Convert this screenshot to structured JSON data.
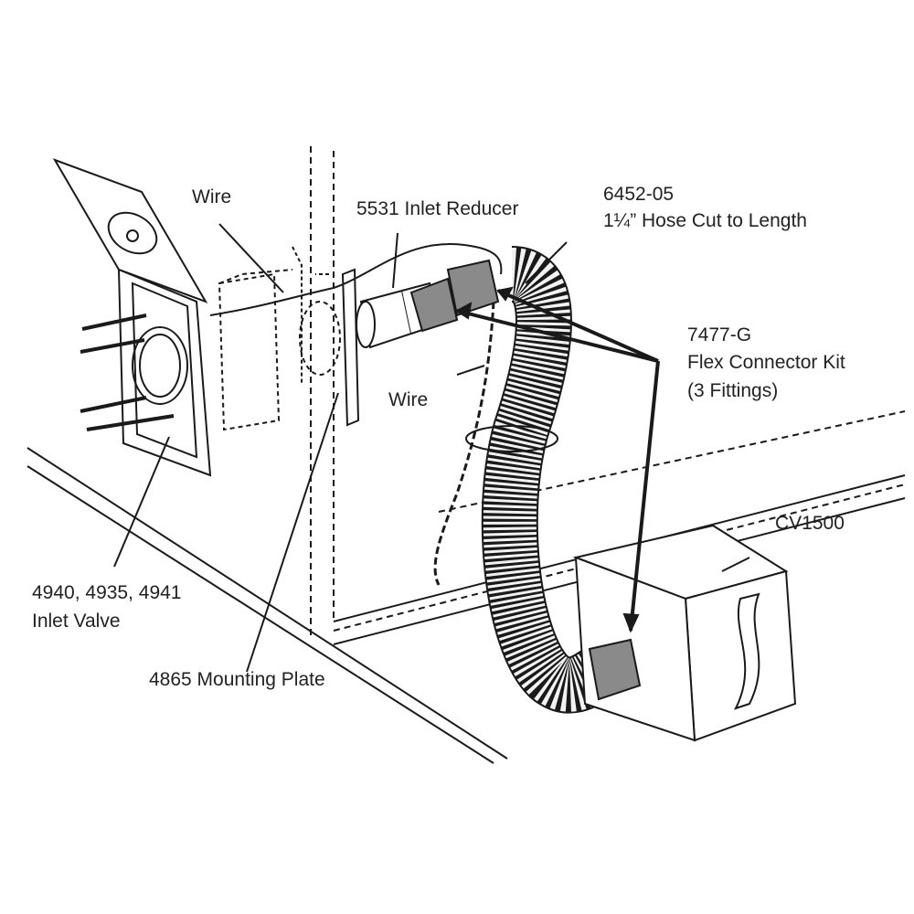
{
  "labels": {
    "wire_top": "Wire",
    "inlet_reducer": "5531 Inlet Reducer",
    "hose_part": "6452-05",
    "hose_desc": "1¼” Hose Cut to Length",
    "flex_part": "7477-G",
    "flex_desc": "Flex Connector Kit",
    "flex_count": "(3 Fittings)",
    "wire_mid": "Wire",
    "unit": "CV1500",
    "valve_parts": "4940, 4935, 4941",
    "valve_desc": "Inlet Valve",
    "mounting_plate": "4865 Mounting Plate"
  },
  "colors": {
    "line": "#1a1a1a",
    "fitting": "#8a8a8a",
    "hose": "#f2f2f2"
  }
}
